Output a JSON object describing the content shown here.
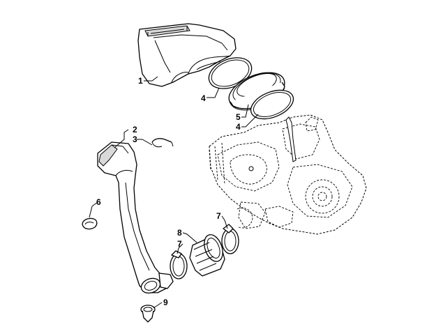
{
  "callouts": [
    {
      "id": "callout-1",
      "text": "1"
    },
    {
      "id": "callout-4-upper",
      "text": "4"
    },
    {
      "id": "callout-5",
      "text": "5"
    },
    {
      "id": "callout-4-lower",
      "text": "4"
    },
    {
      "id": "callout-2",
      "text": "2"
    },
    {
      "id": "callout-3",
      "text": "3"
    },
    {
      "id": "callout-6",
      "text": "6"
    },
    {
      "id": "callout-7-right",
      "text": "7"
    },
    {
      "id": "callout-8",
      "text": "8"
    },
    {
      "id": "callout-7-left",
      "text": "7"
    },
    {
      "id": "callout-9",
      "text": "9"
    }
  ]
}
